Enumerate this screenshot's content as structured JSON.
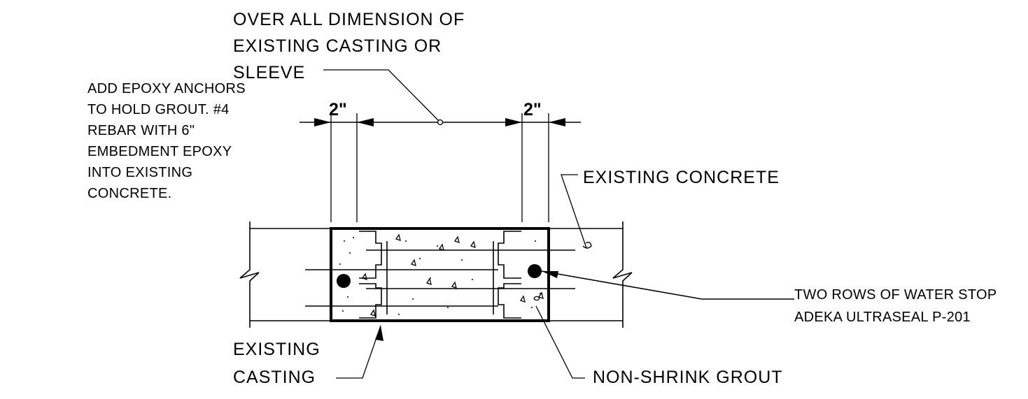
{
  "labels": {
    "overall_dimension": [
      "OVER ALL DIMENSION OF",
      "EXISTING CASTING OR",
      "SLEEVE"
    ],
    "epoxy_note": [
      "ADD EPOXY ANCHORS",
      "TO HOLD GROUT. #4",
      "REBAR WITH 6\"",
      "EMBEDMENT EPOXY",
      "INTO EXISTING",
      "CONCRETE."
    ],
    "existing_concrete": "EXISTING CONCRETE",
    "water_stop": [
      "TWO ROWS OF WATER STOP",
      "ADEKA ULTRASEAL P-201"
    ],
    "existing_casting": [
      "EXISTING",
      "CASTING"
    ],
    "non_shrink_grout": "NON-SHRINK GROUT"
  },
  "dimensions": {
    "left_offset": "2\"",
    "right_offset": "2\""
  }
}
